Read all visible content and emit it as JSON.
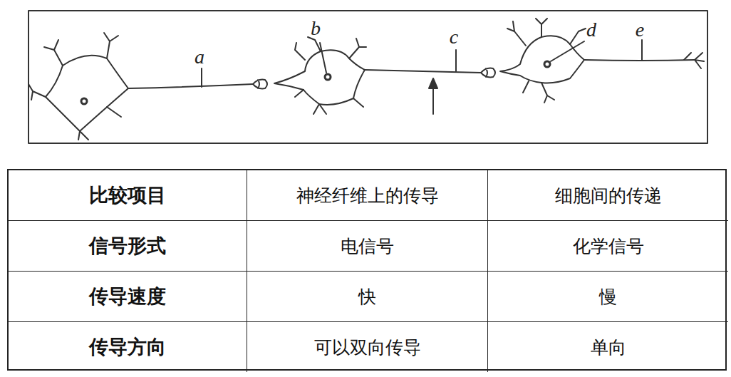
{
  "diagram": {
    "labels": [
      "a",
      "b",
      "c",
      "d",
      "e",
      "比较项目",
      "神经纤维上的传导",
      "细胞间的传递",
      "信号形式",
      "电信号",
      "化学信号",
      "传导速度",
      "快",
      "慢",
      "传导方向",
      "可以双向传导",
      "单向"
    ]
  }
}
